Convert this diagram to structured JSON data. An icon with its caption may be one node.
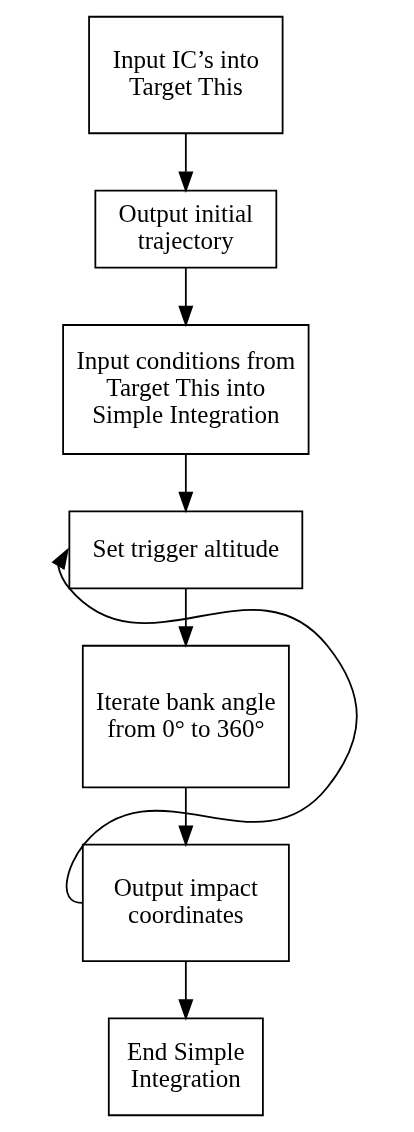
{
  "diagram": {
    "nodes": [
      {
        "text": [
          "Input IC’s into Target This"
        ]
      },
      {
        "text": [
          "Output initial trajectory"
        ]
      },
      {
        "text": [
          "Input conditions from Target This into Simple Integration"
        ]
      },
      {
        "text": [
          "Set trigger altitude"
        ]
      },
      {
        "text": [
          "Iterate bank angle from 0° to 360°"
        ]
      },
      {
        "text": [
          "Output impact coordinates"
        ]
      },
      {
        "text": [
          "End Simple Integration"
        ]
      }
    ],
    "edges": [
      {
        "from": 0,
        "to": 1,
        "arrow": "to"
      },
      {
        "from": 1,
        "to": 2,
        "arrow": "to"
      },
      {
        "from": 2,
        "to": 3,
        "arrow": "to"
      },
      {
        "from": 3,
        "to": 4,
        "arrow": "to"
      },
      {
        "from": 4,
        "to": 5,
        "arrow": "to"
      },
      {
        "from": 5,
        "to": 3,
        "arrow": "to"
      },
      {
        "from": 5,
        "to": 6,
        "arrow": "to"
      }
    ]
  }
}
